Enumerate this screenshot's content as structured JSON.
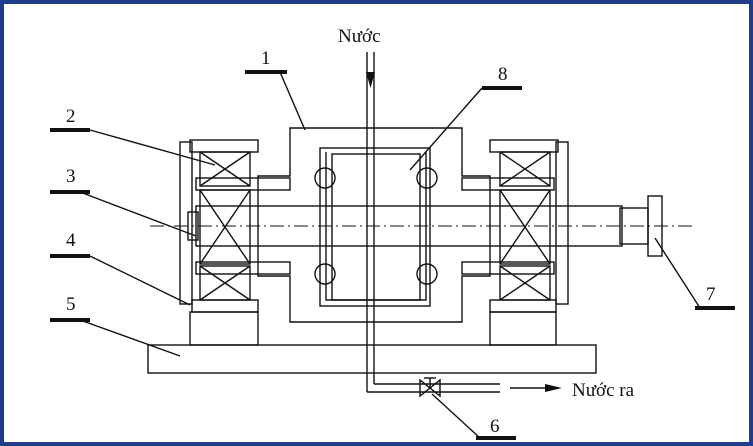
{
  "diagram": {
    "labels": {
      "water_in": "Nước",
      "water_out": "Nước ra",
      "n1": "1",
      "n2": "2",
      "n3": "3",
      "n4": "4",
      "n5": "5",
      "n6": "6",
      "n7": "7",
      "n8": "8"
    }
  }
}
